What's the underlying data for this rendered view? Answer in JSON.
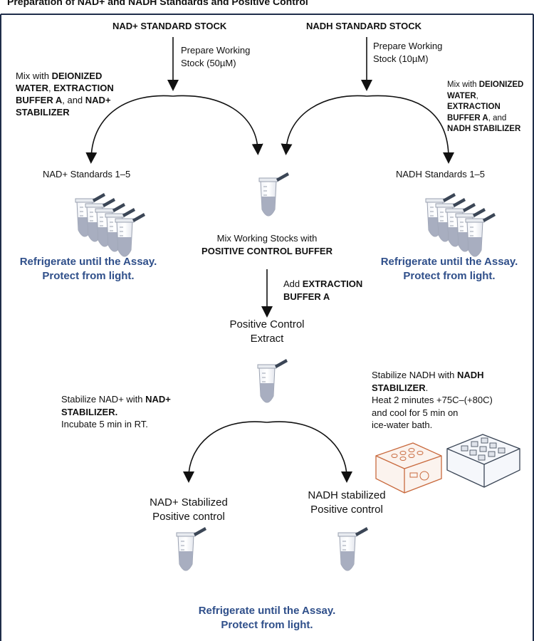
{
  "top_text": "Preparation of NAD+ and NADH Standards and Positive Control",
  "nad_stock": "NAD+ STANDARD STOCK",
  "nadh_stock": "NADH STANDARD STOCK",
  "prep_nad": {
    "line1": "Prepare Working",
    "line2": "Stock (50µM)"
  },
  "prep_nadh": {
    "line1": "Prepare Working",
    "line2": "Stock (10µM)"
  },
  "mix_left": {
    "pre": "Mix with ",
    "b1": "DEIONIZED",
    "b2": "WATER",
    "sep1": ", ",
    "b3": "EXTRACTION",
    "b4": "BUFFER A",
    "sep2": ", and ",
    "b5": "NAD+",
    "b6": "STABILIZER"
  },
  "mix_right": {
    "pre": "Mix with ",
    "b1": "DEIONIZED",
    "b2": "WATER",
    "sep1": ",",
    "b3": "EXTRACTION",
    "b4": "BUFFER A",
    "sep2": ", and",
    "b5": "NADH STABILIZER"
  },
  "nad_standards": "NAD+ Standards 1–5",
  "nadh_standards": "NADH Standards 1–5",
  "refrigerate": {
    "line1": "Refrigerate until the Assay.",
    "line2": "Protect from light."
  },
  "mix_working": {
    "line1": "Mix Working Stocks with",
    "line2": "POSITIVE CONTROL BUFFER"
  },
  "add_extraction": {
    "pre": "Add ",
    "b1": "EXTRACTION",
    "b2": "BUFFER A"
  },
  "positive_extract": {
    "line1": "Positive Control",
    "line2": "Extract"
  },
  "stab_nad": {
    "pre": "Stabilize NAD+ with ",
    "b1": "NAD+",
    "b2": "STABILIZER.",
    "line3": "Incubate 5 min in RT."
  },
  "stab_nadh": {
    "pre": "Stabilize NADH with ",
    "b1": "NADH",
    "b2": "STABILIZER",
    "dot": ".",
    "line3": "Heat 2 minutes +75C–(+80C)",
    "line4": "and cool for 5 min on",
    "line5": "ice-water bath."
  },
  "nad_stabilized": {
    "line1": "NAD+ Stabilized",
    "line2": "Positive control"
  },
  "nadh_stabilized": {
    "line1": "NADH stabilized",
    "line2": "Positive control"
  },
  "colors": {
    "blue_text": "#2f4f8a",
    "frame": "#1f2d4a",
    "tube_cap": "#3b4656",
    "liquid": "#9fa6b8"
  }
}
